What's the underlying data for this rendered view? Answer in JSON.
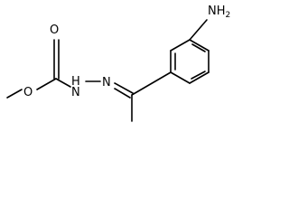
{
  "molecule": {
    "atom_labels": {
      "carbonyl_oxygen": "O",
      "ester_oxygen": "O",
      "hydrazide_nitrogen": "H",
      "hydrazide_nitrogen_n": "N",
      "imine_nitrogen": "N",
      "amine_nh2": "NH",
      "amine_subscript": "2"
    },
    "colors": {
      "bond": "#000000",
      "text": "#000000",
      "background": "#ffffff"
    }
  }
}
